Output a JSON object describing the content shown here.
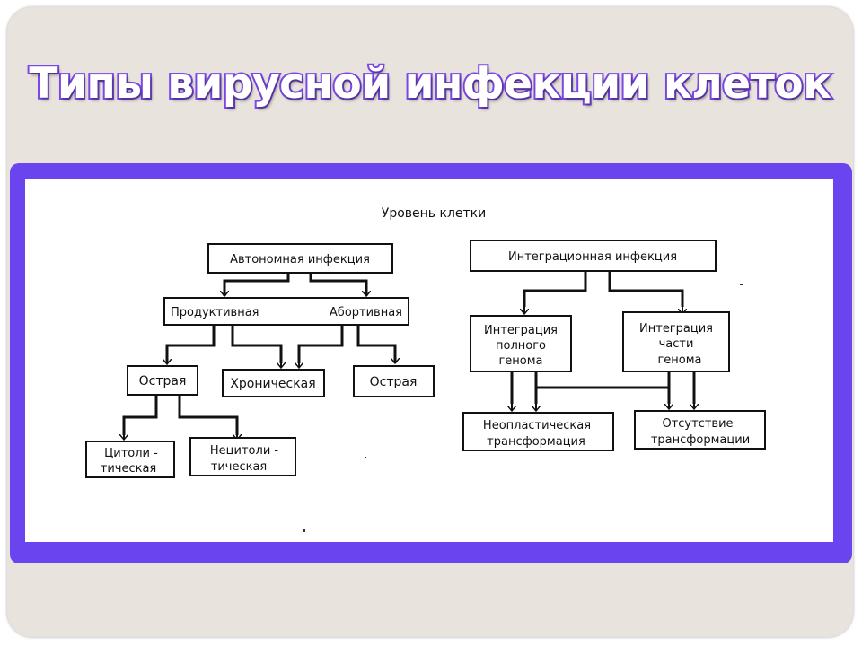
{
  "title": "Типы вирусной инфекции клеток",
  "diagram": {
    "level_label": "Уровень клетки",
    "nodes": {
      "autonomous": "Автономная инфекция",
      "productive": "Продуктивная",
      "abortive": "Абортивная",
      "acute_left": "Острая",
      "chronic": "Хроническая",
      "acute_right": "Острая",
      "cytolytic_1": "Цитоли -",
      "cytolytic_2": "тическая",
      "noncytolytic_1": "Нецитоли -",
      "noncytolytic_2": "тическая",
      "integration": "Интеграционная инфекция",
      "full_1": "Интеграция",
      "full_2": "полного",
      "full_3": "генома",
      "part_1": "Интеграция",
      "part_2": "части",
      "part_3": "генома",
      "neoplastic_1": "Неопластическая",
      "neoplastic_2": "трансформация",
      "absence_1": "Отсутствие",
      "absence_2": "трансформации"
    }
  },
  "colors": {
    "title_outline": "#7b48e6",
    "frame": "#6a44ee",
    "slide_background": "#e8e4dd"
  }
}
